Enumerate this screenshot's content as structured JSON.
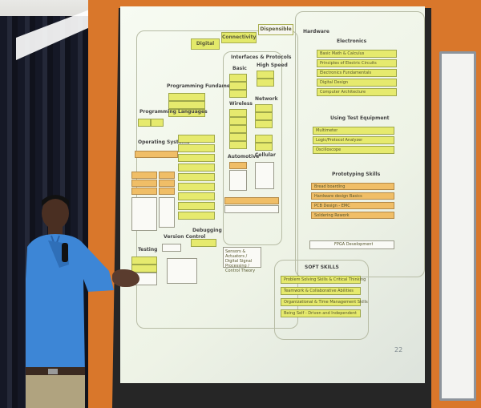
{
  "slide": {
    "tabs": [
      "Digital",
      "Connectivity",
      "Dispensible"
    ],
    "hardware_title": "Hardware",
    "electronics_title": "Electronics",
    "electronics_items": [
      "Basic Math & Calculus",
      "Principles of Electric Circuits",
      "Electronics Fundamentals",
      "Digital Design",
      "Computer Architecture"
    ],
    "test_title": "Using Test Equipment",
    "test_items": [
      "Multimeter",
      "Logic/Protocol Analyzer",
      "Oscilloscope"
    ],
    "proto_title": "Prototyping Skills",
    "proto_items": [
      "Bread boarding",
      "Hardware design Basics",
      "PCB Design - EMC",
      "Soldering Rework"
    ],
    "fpga": "FPGA Development",
    "programming_fundamentals": "Programming Fundamentals",
    "programming_languages": "Programming Languages",
    "operating_systems": "Operating Systems",
    "interfaces_title": "Interfaces & Protocols",
    "high_speed": "High Speed",
    "basic": "Basic",
    "wireless": "Wireless",
    "automotive": "Automotive",
    "cellular": "Cellular",
    "network": "Network",
    "debugging": "Debugging",
    "version_control": "Version Control",
    "testing": "Testing",
    "soft_skills_title": "SOFT SKILLS",
    "soft_skills": [
      "Problem Solving Skills & Critical Thinking",
      "Teamwork & Collaborative Abilities",
      "Organizational & Time Management Skills",
      "Being Self - Driven and Independent"
    ],
    "sensors": "Sensors & Actuators / Digital Signal Processing / Control Theory",
    "page_number": "22"
  },
  "colors": {
    "wall": "#d9772b",
    "yellow_box": "#e6ea6e",
    "orange_box": "#f0be67",
    "shirt": "#3d86d6"
  }
}
